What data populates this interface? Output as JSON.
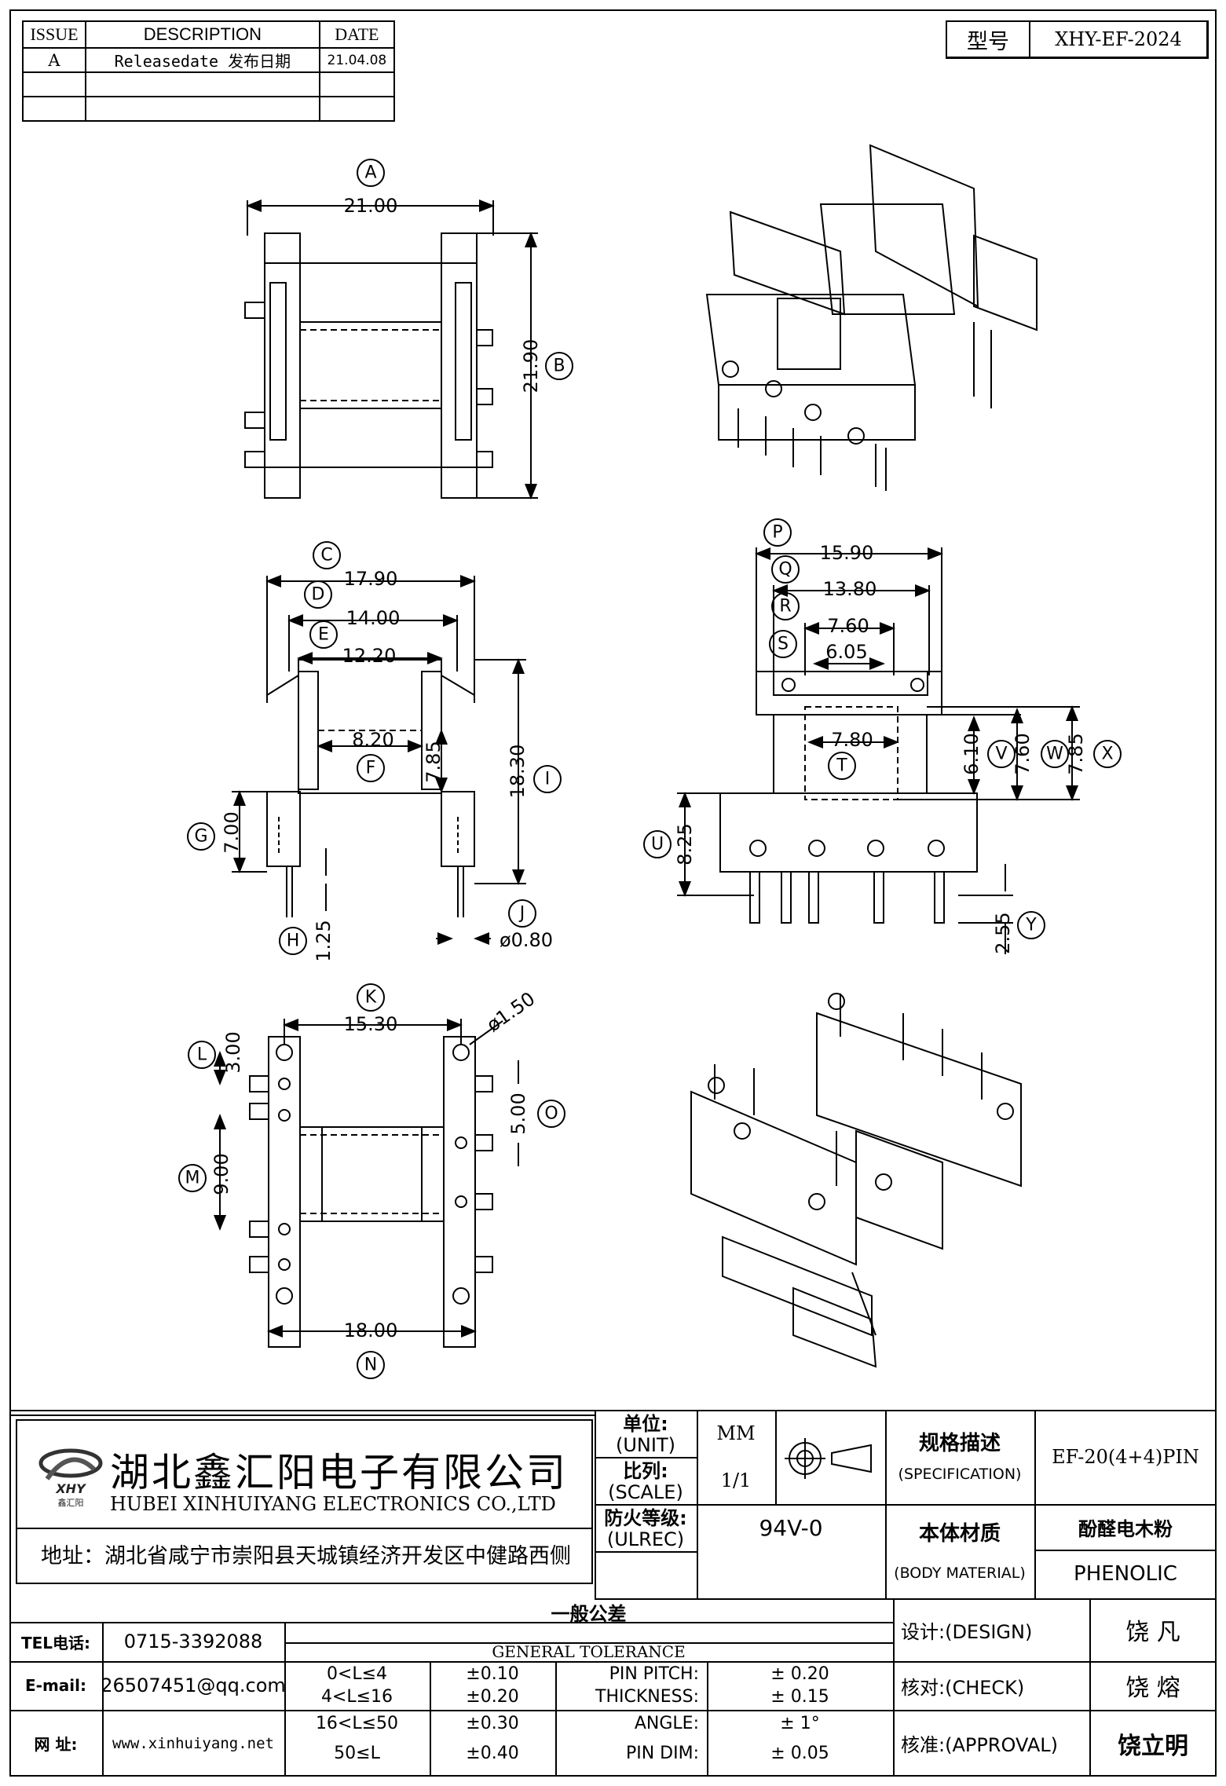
{
  "revision_table": {
    "headers": [
      "ISSUE",
      "DESCRIPTION",
      "DATE"
    ],
    "rows": [
      [
        "A",
        "Releasedate 发布日期",
        "21.04.08"
      ],
      [
        "",
        "",
        ""
      ],
      [
        "",
        "",
        ""
      ]
    ]
  },
  "model": {
    "label": "型号",
    "value": "XHY-EF-2024"
  },
  "dimensions": {
    "A": "21.00",
    "B": "21.90",
    "C": "17.90",
    "D": "14.00",
    "E": "12.20",
    "F": "8.20",
    "F_h": "7.85",
    "G": "7.00",
    "H": "1.25",
    "I": "18.30",
    "J": "ø0.80",
    "K": "15.30",
    "K_d": "ø1.50",
    "L": "3.00",
    "M": "9.00",
    "N": "18.00",
    "O": "5.00",
    "P": "15.90",
    "Q": "13.80",
    "R": "7.60",
    "S": "6.05",
    "T": "7.80",
    "U": "8.25",
    "V": "6.10",
    "W": "7.60",
    "X": "7.85",
    "Y": "2.55"
  },
  "title_block": {
    "company_cn": "湖北鑫汇阳电子有限公司",
    "company_en": "HUBEI XINHUIYANG ELECTRONICS CO.,LTD",
    "logo_text": "XHY",
    "logo_sub": "鑫汇阳",
    "address": "地址：湖北省咸宁市崇阳县天城镇经济开发区中健路西侧",
    "unit_label": "单位:",
    "unit_en": "(UNIT)",
    "unit_value": "MM",
    "scale_label": "比列:",
    "scale_en": "(SCALE)",
    "scale_value": "1/1",
    "ul_label": "防火等级:",
    "ul_en": "(ULREC)",
    "ul_value": "94V-0",
    "spec_label": "规格描述",
    "spec_en": "(SPECIFICATION)",
    "spec_value": "EF-20(4+4)PIN",
    "material_label": "本体材质",
    "material_en": "(BODY MATERIAL)",
    "material_cn": "酚醛电木粉",
    "material_value": "PHENOLIC",
    "tel_label": "TEL电话:",
    "tel_value": "0715-3392088",
    "email_label": "E-mail:",
    "email_value": "26507451@qq.com",
    "web_label": "网  址:",
    "web_value": "www.xinhuiyang.net",
    "tolerance_cn": "一般公差",
    "tolerance_en": "GENERAL TOLERANCE",
    "tolerance_ranges": [
      "0<L≤4",
      "4<L≤16",
      "16<L≤50",
      "50≤L"
    ],
    "tolerance_values": [
      "±0.10",
      "±0.20",
      "±0.30",
      "±0.40"
    ],
    "tol_items": [
      "PIN PITCH:",
      "THICKNESS:",
      "ANGLE:",
      "PIN DIM:"
    ],
    "tol_item_values": [
      "±  0.20",
      "±  0.15",
      "±  1°",
      "±  0.05"
    ],
    "design_label": "设计:(DESIGN)",
    "design_value": "饶  凡",
    "check_label": "核对:(CHECK)",
    "check_value": "饶  熔",
    "approval_label": "核准:(APPROVAL)",
    "approval_value": "饶立明"
  }
}
